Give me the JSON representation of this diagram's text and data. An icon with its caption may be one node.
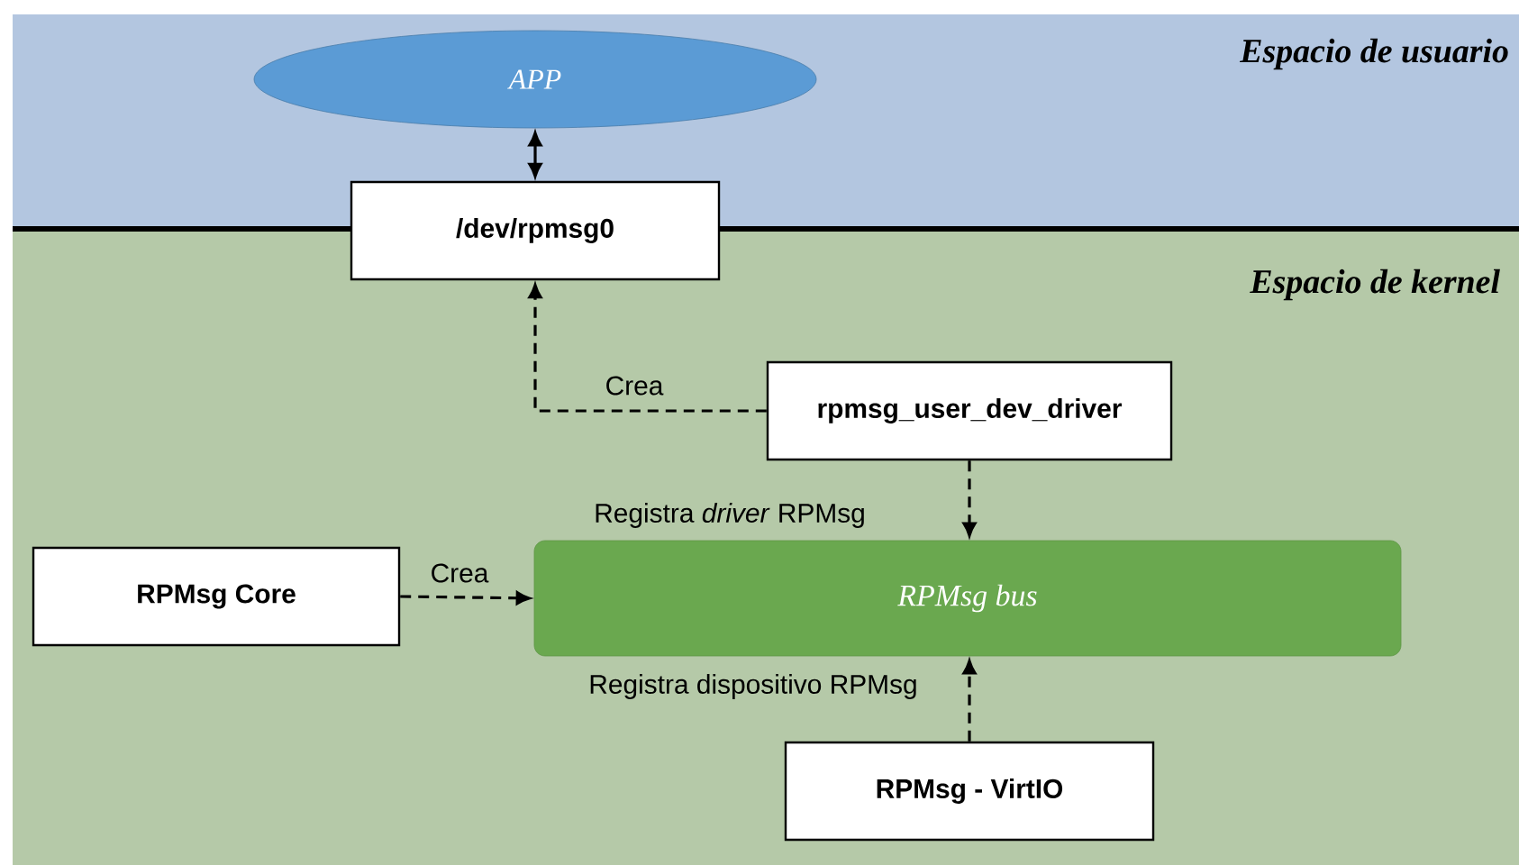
{
  "diagram": {
    "nodes": [
      {
        "text": [
          "APP"
        ]
      },
      {
        "text": [
          "/dev/rpmsg0"
        ]
      },
      {
        "text": [
          "rpmsg_user_dev_driver"
        ]
      },
      {
        "text": [
          "RPMsg bus"
        ]
      },
      {
        "text": [
          "RPMsg Core"
        ]
      },
      {
        "text": [
          "RPMsg - VirtIO"
        ]
      }
    ],
    "edges": [
      {
        "from": 0,
        "to": 1,
        "arrow": "both"
      },
      {
        "from": 2,
        "to": 1,
        "arrow": "to",
        "style": "dashed",
        "label": "Crea"
      },
      {
        "from": 2,
        "to": 3,
        "arrow": "to",
        "style": "dashed",
        "label": "Registra *driver* RPMsg"
      },
      {
        "from": 4,
        "to": 3,
        "arrow": "to",
        "style": "dashed",
        "label": "Crea"
      },
      {
        "from": 5,
        "to": 3,
        "arrow": "to",
        "style": "dashed",
        "label": "Registra dispositivo RPMsg"
      }
    ],
    "labels": [
      "Espacio de usuario",
      "Espacio de kernel"
    ]
  }
}
